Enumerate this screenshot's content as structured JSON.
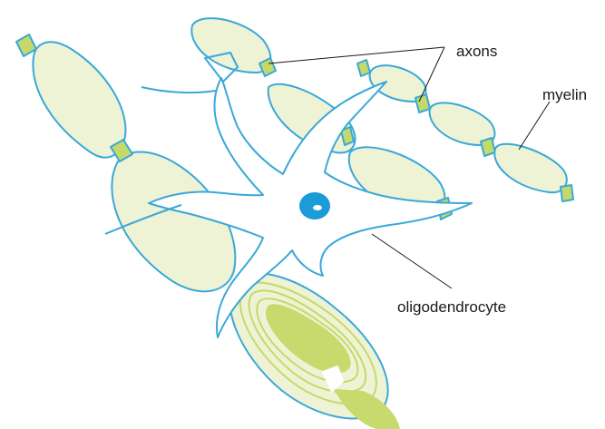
{
  "labels": {
    "axons": "axons",
    "myelin": "myelin",
    "oligodendrocyte": "oligodendrocyte"
  },
  "colors": {
    "outline": "#3aa8d8",
    "myelin_fill": "#eef3d6",
    "node": "#c5d96a",
    "axon_core": "#c8da6e",
    "nucleus": "#1b9bd7",
    "leader": "#1a1a1a"
  }
}
